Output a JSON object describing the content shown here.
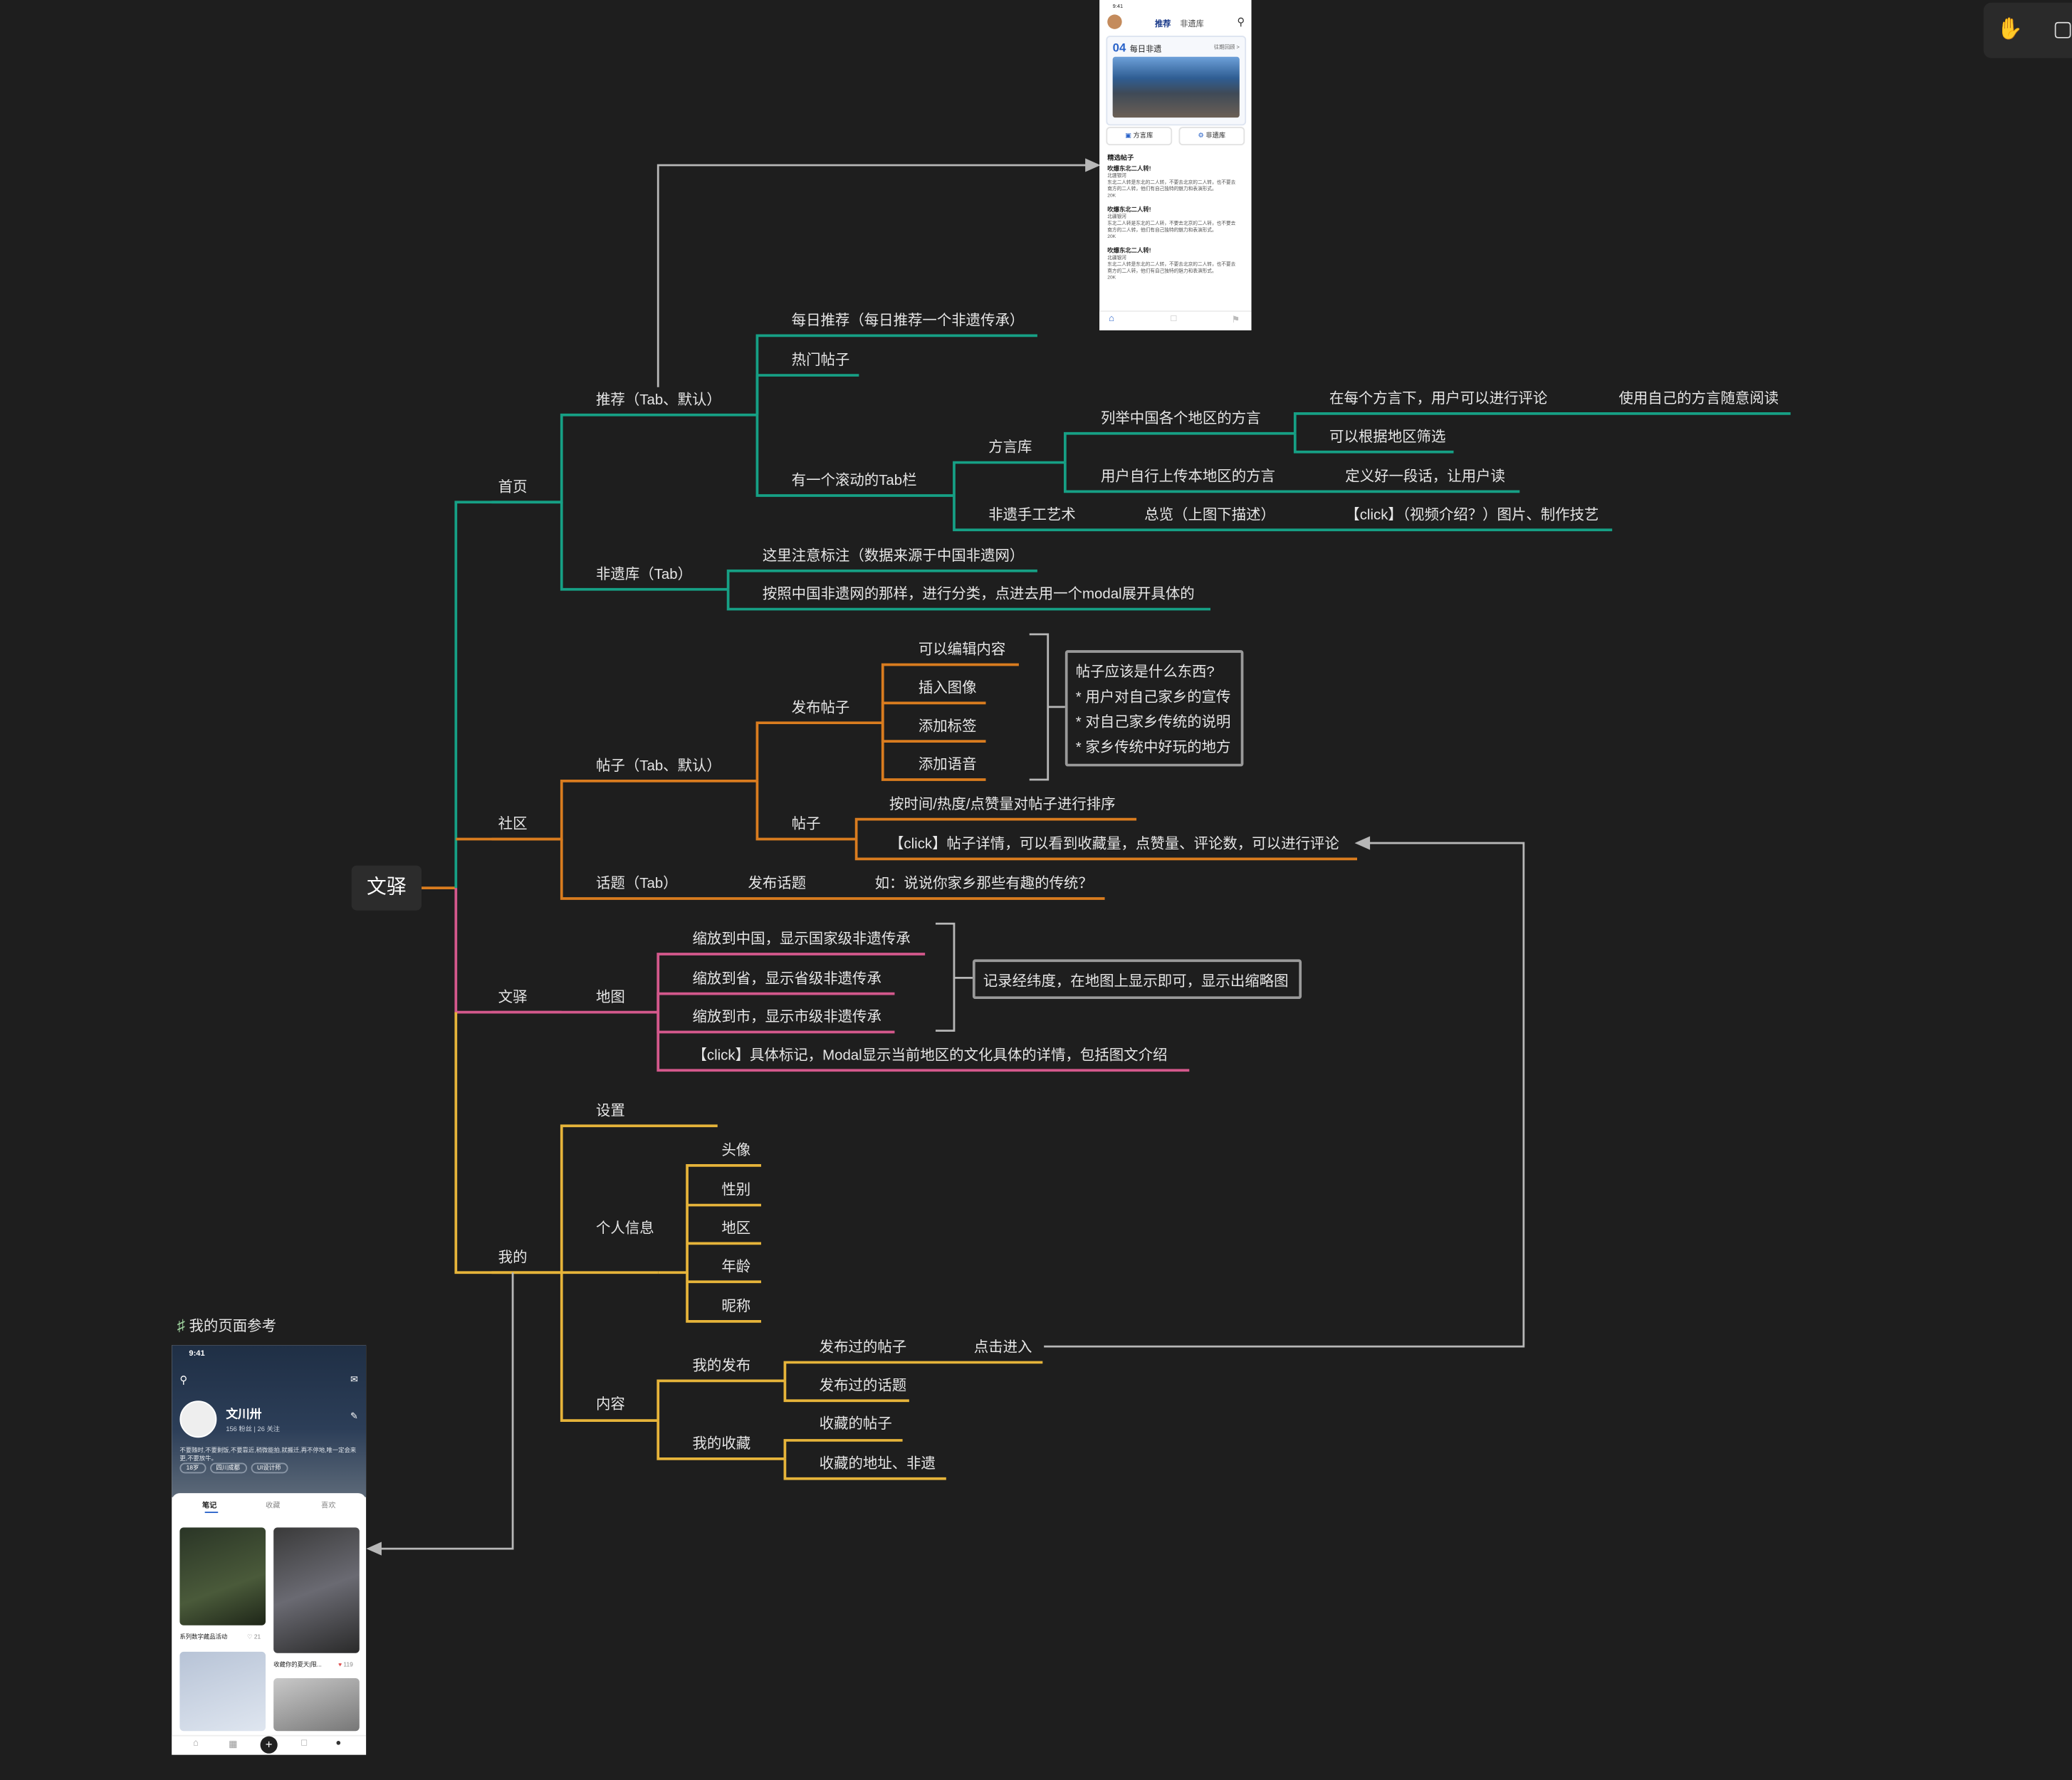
{
  "colors": {
    "background": "#1e1e1e",
    "branch_home": "#16a085",
    "branch_community": "#d97c1f",
    "branch_wenyi": "#d4588c",
    "branch_mine": "#e6b43a",
    "connector": "#b7b7b7"
  },
  "root": "文驿",
  "branches": {
    "home": "首页",
    "community": "社区",
    "wenyi": "文驿",
    "mine": "我的"
  },
  "home": {
    "recommend": "推荐（Tab、默认）",
    "daily": "每日推荐（每日推荐一个非遗传承）",
    "hot": "热门帖子",
    "scroll_tab": "有一个滚动的Tab栏",
    "dialect_lib": "方言库",
    "dialect_list": "列举中国各个地区的方言",
    "dialect_comment": "在每个方言下，用户可以进行评论",
    "dialect_read": "使用自己的方言随意阅读",
    "dialect_filter": "可以根据地区筛选",
    "dialect_upload": "用户自行上传本地区的方言",
    "dialect_define": "定义好一段话，让用户读",
    "craft": "非遗手工艺术",
    "overview": "总览（上图下描述）",
    "craft_click": "【click】（视频介绍？）图片、制作技艺",
    "heritage_tab": "非遗库（Tab）",
    "heritage_note": "这里注意标注（数据来源于中国非遗网）",
    "heritage_cat": "按照中国非遗网的那样，进行分类，点进去用一个modal展开具体的"
  },
  "community": {
    "posts_tab": "帖子（Tab、默认）",
    "publish": "发布帖子",
    "edit": "可以编辑内容",
    "img": "插入图像",
    "tag": "添加标签",
    "voice": "添加语音",
    "post": "帖子",
    "sort": "按时间/热度/点赞量对帖子进行排序",
    "detail": "【click】帖子详情，可以看到收藏量，点赞量、评论数，可以进行评论",
    "topic_tab": "话题（Tab）",
    "publish_topic": "发布话题",
    "topic_eg": "如：说说你家乡那些有趣的传统？",
    "note_lines": [
      "帖子应该是什么东西?",
      "* 用户对自己家乡的宣传",
      "* 对自己家乡传统的说明",
      "* 家乡传统中好玩的地方"
    ]
  },
  "wenyi": {
    "map": "地图",
    "zoom_country": "缩放到中国，显示国家级非遗传承",
    "zoom_prov": "缩放到省，显示省级非遗传承",
    "zoom_city": "缩放到市，显示市级非遗传承",
    "marker": "【click】具体标记，Modal显示当前地区的文化具体的详情，包括图文介绍",
    "note": "记录经纬度，在地图上显示即可，显示出缩略图"
  },
  "mine": {
    "settings": "设置",
    "profile": "个人信息",
    "avatar": "头像",
    "gender": "性别",
    "region": "地区",
    "age": "年龄",
    "nickname": "昵称",
    "content": "内容",
    "my_pub": "我的发布",
    "pub_posts": "发布过的帖子",
    "click_in": "点击进入",
    "pub_topics": "发布过的话题",
    "my_fav": "我的收藏",
    "fav_posts": "收藏的帖子",
    "fav_places": "收藏的地址、非遗",
    "ref_label": "我的页面参考"
  },
  "phone_home": {
    "status_time": "9:41",
    "tab_active": "推荐",
    "tab_other": "非遗库",
    "daily_num": "04",
    "daily_title": "每日非遗",
    "daily_more": "往期回顾 >",
    "btn1": "方言库",
    "btn2": "非遗库",
    "section": "精选帖子",
    "post_title": "吹爆东北二人转!",
    "post_author": "北疆银河",
    "post_body": "东北二人转是东北的二人转，不要去北京的二人转，也不要去南方的二人转，他们有自己独特的魅力和表演形式。",
    "stats": "20K"
  },
  "phone_mine": {
    "time": "9:41",
    "name": "文川卅",
    "stats": "156 粉丝 | 26 关注",
    "bio": "不要随时,不要剩饭,不要靠近,稍微能拍,就搬迁,再不停地,唯一定会来更,不要放牛。",
    "tags": [
      "18岁",
      "四川成都",
      "UI设计师"
    ],
    "tab1": "笔记",
    "tab2": "收藏",
    "tab3": "喜欢",
    "card1_title": "系列数字藏品活动",
    "card1_likes": "21",
    "card2_title": "收藏你的夏天|限...",
    "card2_likes": "119"
  }
}
